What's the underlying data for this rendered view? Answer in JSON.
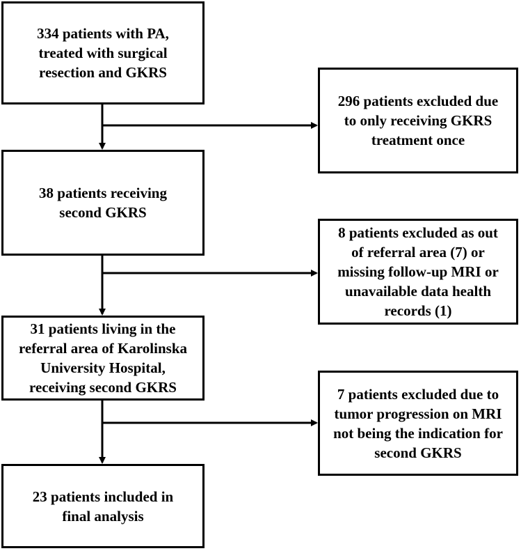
{
  "flowchart": {
    "line_color": "#000000",
    "box_border_color": "#000000",
    "background_color": "#ffffff",
    "main": [
      {
        "id": "initial-cohort",
        "lines": [
          "334 patients with PA,",
          "treated with surgical",
          "resection and GKRS"
        ]
      },
      {
        "id": "second-gkrs",
        "lines": [
          "38 patients receiving",
          "second GKRS"
        ]
      },
      {
        "id": "referral-area",
        "lines": [
          "31 patients living in the",
          "referral area of Karolinska",
          "University Hospital,",
          "receiving second GKRS"
        ]
      },
      {
        "id": "final-analysis",
        "lines": [
          "23 patients included in",
          "final analysis"
        ]
      }
    ],
    "exclusions": [
      {
        "id": "excluded-single-gkrs",
        "lines": [
          "296 patients excluded due",
          "to only receiving GKRS",
          "treatment once"
        ]
      },
      {
        "id": "excluded-referral",
        "lines": [
          "8 patients excluded as out",
          "of referral area (7) or",
          "missing follow-up MRI or",
          "unavailable data health",
          "records (1)"
        ]
      },
      {
        "id": "excluded-progression",
        "lines": [
          "7 patients excluded due to",
          "tumor progression on MRI",
          "not being the indication for",
          "second GKRS"
        ]
      }
    ]
  }
}
